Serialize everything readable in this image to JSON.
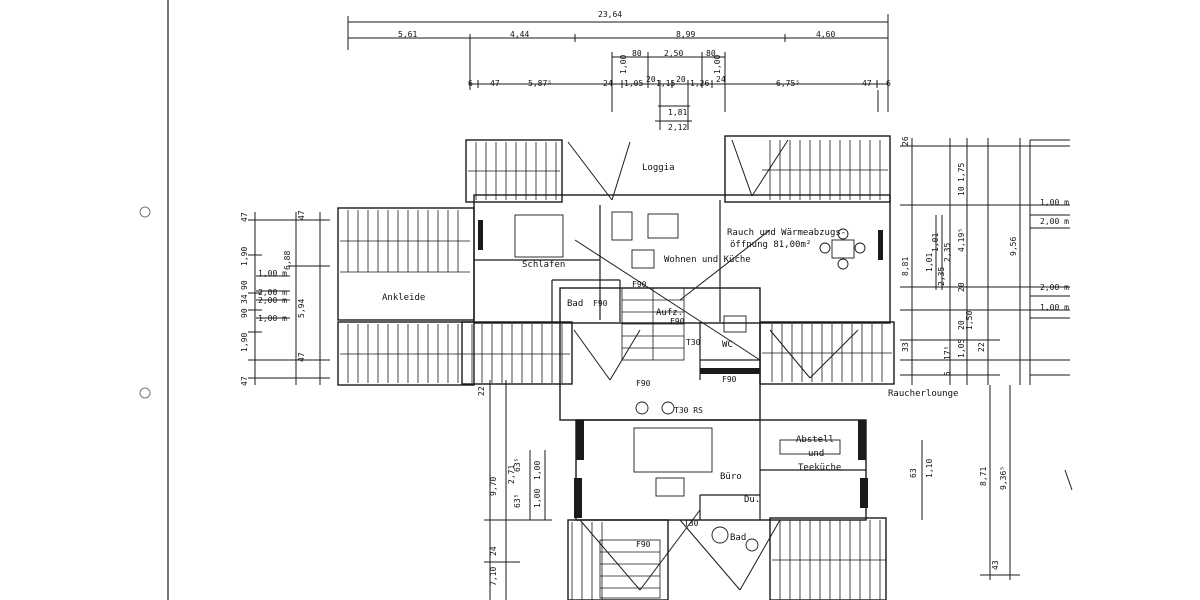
{
  "rooms": {
    "loggia": "Loggia",
    "smoke_vent": "Rauch und Wärmeabzugs-",
    "smoke_vent_area": "öffnung 81,00m²",
    "living_kitchen": "Wohnen und Küche",
    "bedroom": "Schlafen",
    "dressing": "Ankleide",
    "bath_upper": "Bad",
    "elevator": "Aufz.",
    "wc": "WC",
    "smokers_lounge": "Raucherlounge",
    "storage": "Abstell",
    "storage_and": "und",
    "tea_kitchen": "Teeküche",
    "office": "Büro",
    "shower": "Du.",
    "bath_lower": "Bad"
  },
  "codes": {
    "f90_a": "F90",
    "f90_b": "F90",
    "f90_c": "F90",
    "f90_d": "F90",
    "f90_e": "F90",
    "f90_f": "F90",
    "t30": "T30",
    "t30rs": "T30 RS",
    "t30_low": "T30"
  },
  "dims": {
    "top": {
      "overall": "23,64",
      "row1": [
        "5,61",
        "4,44",
        "8,99",
        "4,60"
      ],
      "row2": [
        "80",
        "2,50",
        "80"
      ],
      "row3": [
        "6",
        "47",
        "5,87⁵",
        "24",
        "1,05",
        "20",
        "1,15",
        "20",
        "1,26",
        "24",
        "6,75⁵",
        "47",
        "6"
      ],
      "small": [
        "1,00",
        "1,00",
        "1,81",
        "2,12"
      ]
    },
    "left": {
      "outer": [
        "47",
        "1,90",
        "90",
        "34",
        "90",
        "1,90",
        "47"
      ],
      "mid": [
        "47",
        "6,88",
        "5,94",
        "47"
      ],
      "inner": [
        "1,00 m",
        "2,00 m",
        "2,00 m",
        "1,00 m"
      ]
    },
    "right": {
      "outer": [
        "26",
        "1,75",
        "10",
        "4,19⁵",
        "20",
        "1,50",
        "20",
        "1,05",
        "17⁵",
        "22",
        "5",
        "33"
      ],
      "mid": [
        "8,81",
        "9,56"
      ],
      "small": [
        "1,01",
        "1,01",
        "2,35",
        "2,35"
      ],
      "labels": [
        "1,00 m",
        "2,00 m",
        "2,00 m",
        "1,00 m"
      ],
      "low": [
        "63",
        "1,10",
        "8,71",
        "9,36⁵",
        "43"
      ]
    },
    "lower_left": [
      "22",
      "2,71",
      "9,70",
      "63⁵",
      "1,00",
      "63⁵",
      "1,00",
      "7,10",
      "24"
    ]
  }
}
